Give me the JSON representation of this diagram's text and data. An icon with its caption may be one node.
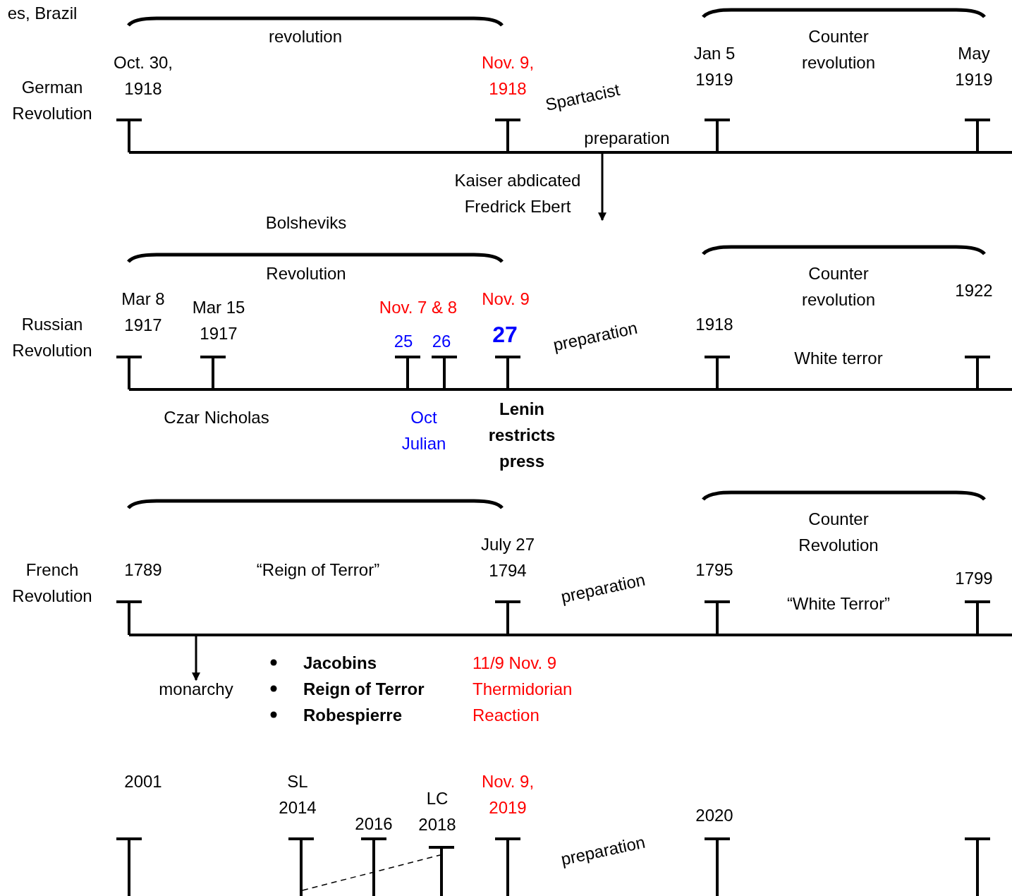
{
  "diagram": {
    "nodes": [
      {
        "text": [],
        "shape": "bar"
      },
      {
        "text": [],
        "shape": "bar"
      },
      {
        "text": [],
        "shape": "bar"
      },
      {
        "text": [
          "monarchy"
        ]
      },
      {
        "text": [],
        "shape": "bar"
      },
      {
        "text": [],
        "shape": "bar"
      }
    ],
    "edges": [
      {
        "from": 0,
        "to": null,
        "arrow": "to"
      },
      {
        "from": 2,
        "to": 3,
        "arrow": "to"
      },
      {
        "from": 4,
        "to": 5,
        "arrow": "none",
        "style": "dashed"
      }
    ],
    "labels": [
      "es, Brazil",
      "revolution",
      "Oct. 30, 1918",
      "German Revolution",
      "Nov. 9, 1918",
      "Spartacist",
      "preparation",
      "Jan 5 1919",
      "Counter revolution",
      "May 1919",
      "Kaiser abdicated Fredrick Ebert",
      "Bolsheviks",
      "Revolution",
      "Mar 8 1917",
      "Mar 15 1917",
      "Russian Revolution",
      "Nov. 7 & 8",
      "Nov. 9",
      "25",
      "26",
      "27",
      "preparation",
      "1918",
      "Counter revolution",
      "1922",
      "White terror",
      "Czar Nicholas",
      "Oct Julian",
      "Lenin restricts press",
      "Counter Revolution",
      "July 27 1794",
      "French Revolution",
      "1789",
      "“Reign of Terror”",
      "preparation",
      "1795",
      "1799",
      "“White Terror”",
      "Jacobins",
      "Reign of Terror",
      "Robespierre",
      "11/9 Nov. 9 Thermidorian Reaction",
      "2001",
      "SL 2014",
      "2016",
      "LC 2018",
      "Nov. 9, 2019",
      "preparation",
      "2020"
    ]
  }
}
